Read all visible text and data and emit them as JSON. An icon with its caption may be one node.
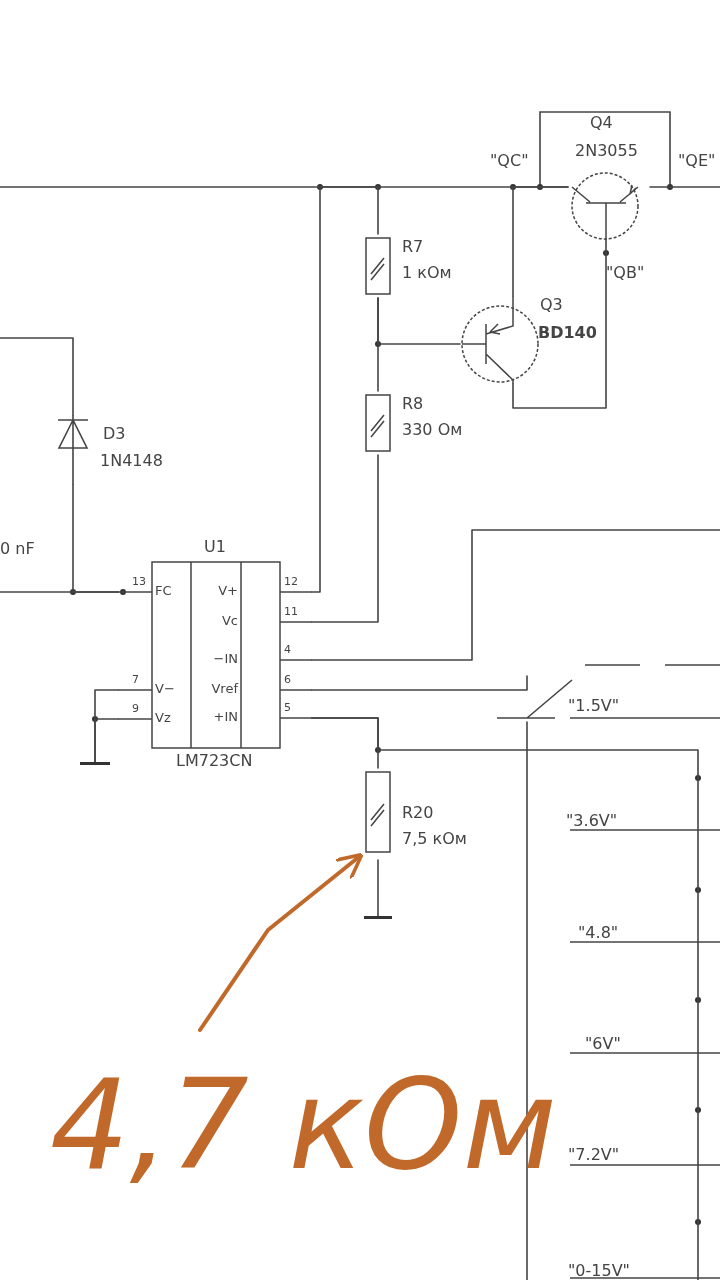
{
  "diagram": {
    "nodes": [
      {
        "text": [
          "D3",
          "1N4148"
        ]
      },
      {
        "text": [
          "U1",
          "FC",
          "V+",
          "Vc",
          "−IN",
          "Vref",
          "+IN",
          "V−",
          "Vz",
          "LM723CN"
        ],
        "beside": [
          "13",
          "12",
          "11",
          "4",
          "6",
          "5",
          "7",
          "9"
        ]
      },
      {
        "text": [
          "R7",
          "1 кОм"
        ]
      },
      {
        "text": [
          "R8",
          "330 Ом"
        ]
      },
      {
        "text": [
          "Q3",
          "BD140"
        ]
      },
      {
        "text": [
          "Q4",
          "2N3055"
        ]
      },
      {
        "text": [
          "R20",
          "7,5 кОм"
        ]
      },
      {
        "text": [
          "4,7 кОм"
        ]
      },
      {
        "text": [],
        "shape": "bar"
      },
      {
        "text": [],
        "shape": "bar"
      },
      {
        "text": [],
        "shape": "switch"
      }
    ],
    "edges": [
      {
        "from": 0,
        "to": 1,
        "arrow": "none"
      },
      {
        "from": 2,
        "to": 3,
        "arrow": "none"
      },
      {
        "from": 3,
        "to": 1,
        "arrow": "none"
      },
      {
        "from": 1,
        "to": 6,
        "arrow": "none"
      },
      {
        "from": 4,
        "to": 5,
        "arrow": "none"
      },
      {
        "from": 7,
        "to": 6,
        "arrow": "to",
        "style": "thick",
        "color": "#c0692a"
      },
      {
        "from": null,
        "to": 5,
        "arrow": "none"
      },
      {
        "from": 5,
        "to": null,
        "arrow": "none"
      },
      {
        "from": 1,
        "to": 2,
        "arrow": "none"
      },
      {
        "from": 2,
        "to": 4,
        "arrow": "none"
      },
      {
        "from": 4,
        "to": 5,
        "arrow": "none"
      },
      {
        "from": null,
        "to": 0,
        "arrow": "none"
      },
      {
        "from": null,
        "to": 1,
        "arrow": "none"
      },
      {
        "from": 1,
        "to": 8,
        "arrow": "none"
      },
      {
        "from": 1,
        "to": 8,
        "arrow": "none"
      },
      {
        "from": 1,
        "to": null,
        "arrow": "none"
      },
      {
        "from": 1,
        "to": 10,
        "arrow": "none"
      },
      {
        "from": 10,
        "to": null,
        "arrow": "none"
      },
      {
        "from": 1,
        "to": null,
        "arrow": "none"
      },
      {
        "from": 6,
        "to": 9,
        "arrow": "none"
      }
    ],
    "labels": [
      "0 nF",
      "\"QC\"",
      "\"QE\"",
      "\"QB\"",
      "\"1.5V\"",
      "\"3.6V\"",
      "\"4.8\"",
      "\"6V\"",
      "\"7.2V\"",
      "\"0-15V\""
    ]
  }
}
